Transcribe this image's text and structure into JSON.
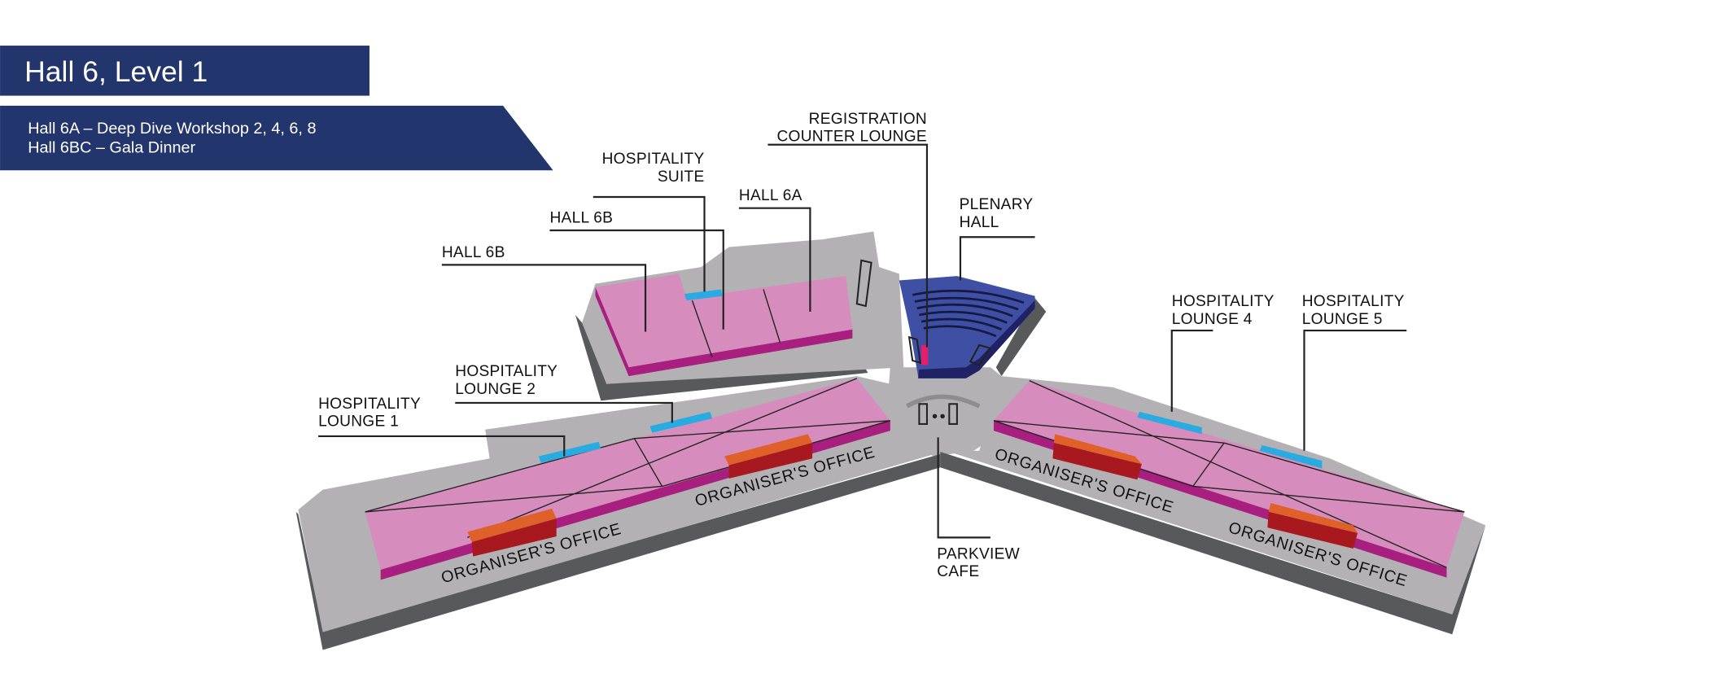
{
  "header": {
    "title": "Hall 6, Level 1",
    "subtitle_lines": [
      "Hall 6A – Deep Dive Workshop 2, 4, 6, 8",
      "Hall 6BC – Gala Dinner"
    ]
  },
  "labels": {
    "registration": [
      "REGISTRATION",
      "COUNTER LOUNGE"
    ],
    "hospitality_suite": [
      "HOSPITALITY",
      "SUITE"
    ],
    "hall_6a": "HALL 6A",
    "hall_6b_upper": "HALL 6B",
    "hall_6b_left": "HALL 6B",
    "plenary": [
      "PLENARY",
      "HALL"
    ],
    "lounge_1": [
      "HOSPITALITY",
      "LOUNGE 1"
    ],
    "lounge_2": [
      "HOSPITALITY",
      "LOUNGE 2"
    ],
    "lounge_4": [
      "HOSPITALITY",
      "LOUNGE 4"
    ],
    "lounge_5": [
      "HOSPITALITY",
      "LOUNGE 5"
    ],
    "cafe": [
      "PARKVIEW",
      "CAFE"
    ],
    "office": "ORGANISER'S OFFICE"
  },
  "colors": {
    "navy": "#22356c",
    "floor": "#b3b1b4",
    "shadow": "#58595b",
    "hall": "#d68cbc",
    "hall_edge": "#a81f7f",
    "lounge": "#29abe2",
    "plenary": "#3f4fa3",
    "office_top": "#e0602a",
    "office_front": "#a8181f"
  }
}
